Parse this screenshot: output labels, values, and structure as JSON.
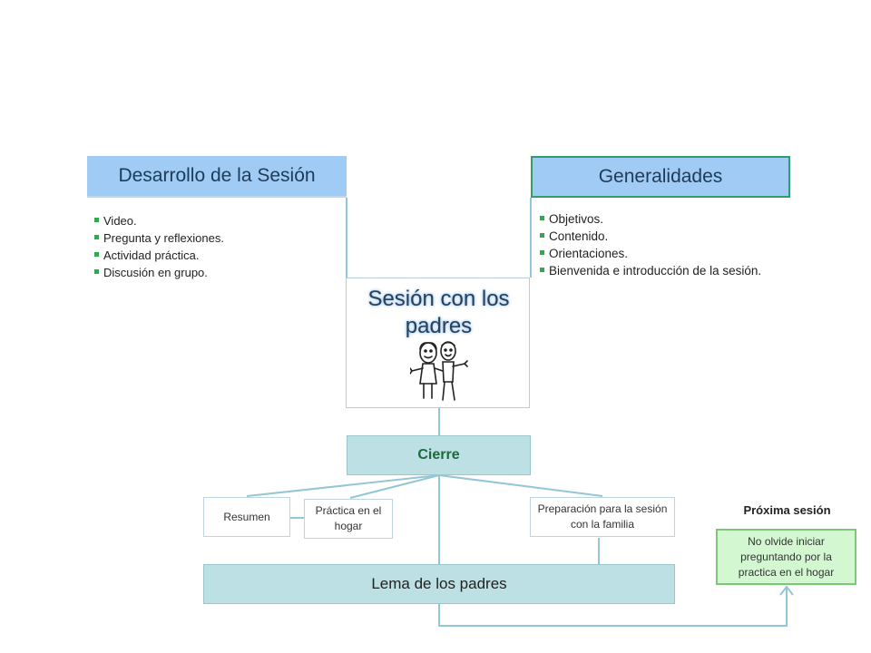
{
  "sections": {
    "desarrollo": {
      "title": "Desarrollo de la Sesión",
      "items": [
        "Video.",
        "Pregunta y reflexiones.",
        "Actividad práctica.",
        "Discusión en grupo."
      ]
    },
    "generalidades": {
      "title": "Generalidades",
      "items": [
        "Objetivos.",
        "Contenido.",
        "Orientaciones.",
        "Bienvenida e introducción de la sesión."
      ]
    }
  },
  "center": {
    "title": "Sesión con los padres",
    "icon": "children-icon"
  },
  "cierre": {
    "label": "Cierre"
  },
  "subitems": {
    "resumen": "Resumen",
    "practica": "Práctica en el hogar",
    "preparacion": "Preparación para la sesión con la familia"
  },
  "lema": {
    "label": "Lema de los padres"
  },
  "proxima": {
    "label": "Próxima sesión",
    "text": "No olvide iniciar preguntando por la practica en el hogar"
  },
  "colors": {
    "header": "#9fcbf5",
    "cierre": "#bce0e3",
    "proxima": "#d3f7d0",
    "bullet": "#2fa84f",
    "connector": "#93c6d6"
  }
}
